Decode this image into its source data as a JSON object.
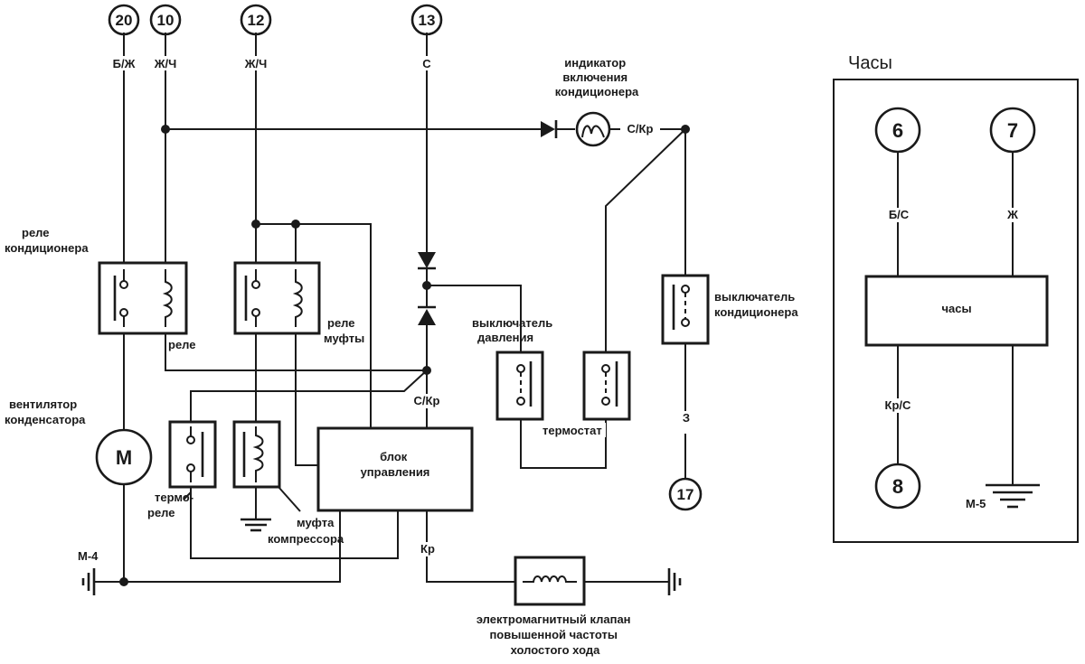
{
  "diagram": {
    "terminals": {
      "t20": "20",
      "t10": "10",
      "t12": "12",
      "t13": "13",
      "t17": "17",
      "t6": "6",
      "t7": "7",
      "t8": "8"
    },
    "wire_codes": {
      "w20": "Б/Ж",
      "w10": "Ж/Ч",
      "w12": "Ж/Ч",
      "w13": "С",
      "indicator_out": "С/Кр",
      "control_in": "С/Кр",
      "control_out": "Кр",
      "switch_out": "З",
      "clock_6": "Б/С",
      "clock_7": "Ж",
      "clock_8": "Кр/С"
    },
    "labels": {
      "indicator": [
        "индикатор",
        "включения",
        "кондиционера"
      ],
      "ac_relay": [
        "реле",
        "кондиционера"
      ],
      "relay_sub": "реле",
      "clutch_relay": [
        "реле",
        "муфты"
      ],
      "condenser_fan": [
        "вентилятор",
        "конденсатора"
      ],
      "motor": "M",
      "thermo_relay": [
        "термо-",
        "реле"
      ],
      "clutch": [
        "муфта",
        "компрессора"
      ],
      "control_unit": [
        "блок",
        "управления"
      ],
      "pressure_switch": [
        "выключатель",
        "давления"
      ],
      "thermostat": "термостат",
      "ac_switch": [
        "выключатель",
        "кондиционера"
      ],
      "solenoid": [
        "электромагнитный клапан",
        "повышенной частоты",
        "холостого хода"
      ],
      "ground_m4": "М-4",
      "ground_m5": "М-5"
    },
    "clock_panel": {
      "title": "Часы",
      "unit_label": "часы"
    }
  }
}
